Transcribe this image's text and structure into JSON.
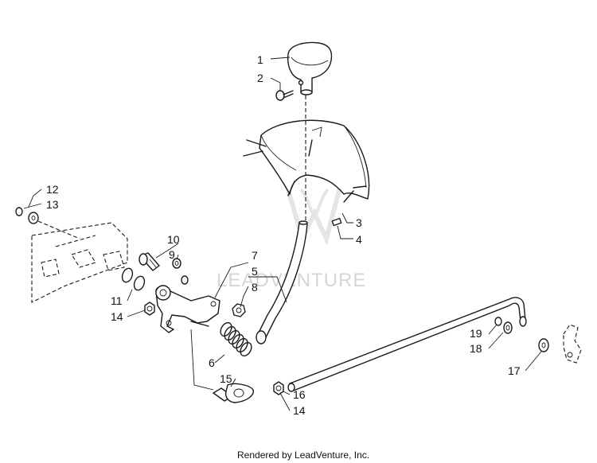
{
  "diagram": {
    "watermark": "LEADVENTURE",
    "footer": "Rendered by LeadVenture, Inc.",
    "callouts": [
      {
        "id": "c1",
        "text": "1"
      },
      {
        "id": "c2",
        "text": "2"
      },
      {
        "id": "c3",
        "text": "3"
      },
      {
        "id": "c4",
        "text": "4"
      },
      {
        "id": "c5",
        "text": "5"
      },
      {
        "id": "c6",
        "text": "6"
      },
      {
        "id": "c7",
        "text": "7"
      },
      {
        "id": "c8",
        "text": "8"
      },
      {
        "id": "c9",
        "text": "9"
      },
      {
        "id": "c10",
        "text": "10"
      },
      {
        "id": "c11",
        "text": "11"
      },
      {
        "id": "c12",
        "text": "12"
      },
      {
        "id": "c13",
        "text": "13"
      },
      {
        "id": "c14a",
        "text": "14"
      },
      {
        "id": "c14b",
        "text": "14"
      },
      {
        "id": "c15",
        "text": "15"
      },
      {
        "id": "c16",
        "text": "16"
      },
      {
        "id": "c17",
        "text": "17"
      },
      {
        "id": "c18",
        "text": "18"
      },
      {
        "id": "c19",
        "text": "19"
      }
    ]
  }
}
